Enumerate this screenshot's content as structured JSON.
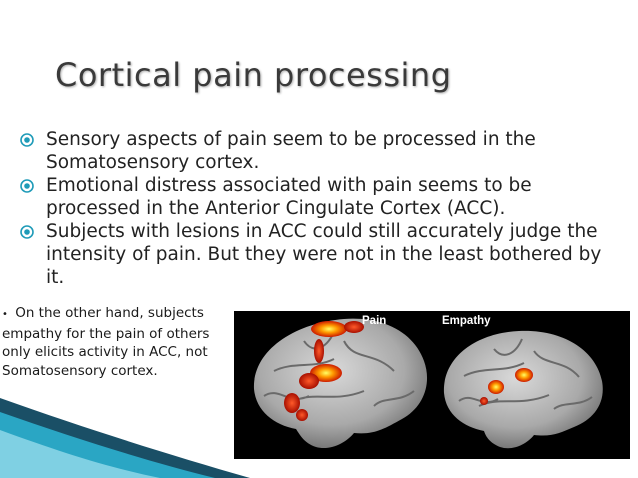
{
  "slide": {
    "title": "Cortical pain processing",
    "bullets": [
      {
        "text": "Sensory aspects of pain seem to be processed in the Somatosensory cortex."
      },
      {
        "text": "Emotional distress associated with pain seems to be processed in the Anterior Cingulate Cortex (ACC)."
      },
      {
        "text": "Subjects with lesions in ACC could still accurately judge the intensity of pain. But they were not in the least bothered by it."
      }
    ],
    "side_note": {
      "bullet": "•",
      "text": "On the other hand, subjects empathy for the pain of others only elicits activity in ACC, not Somatosensory cortex."
    },
    "figure": {
      "label_left": "Pain",
      "label_right": "Empathy"
    }
  },
  "colors": {
    "bullet_icon": "#1f9bb8",
    "accent_dark": "#1a4f66",
    "accent_teal": "#2aa6c4",
    "figure_bg": "#000000"
  },
  "icons": {
    "bullet": "target-bullet-icon",
    "brain": "brain-image"
  }
}
